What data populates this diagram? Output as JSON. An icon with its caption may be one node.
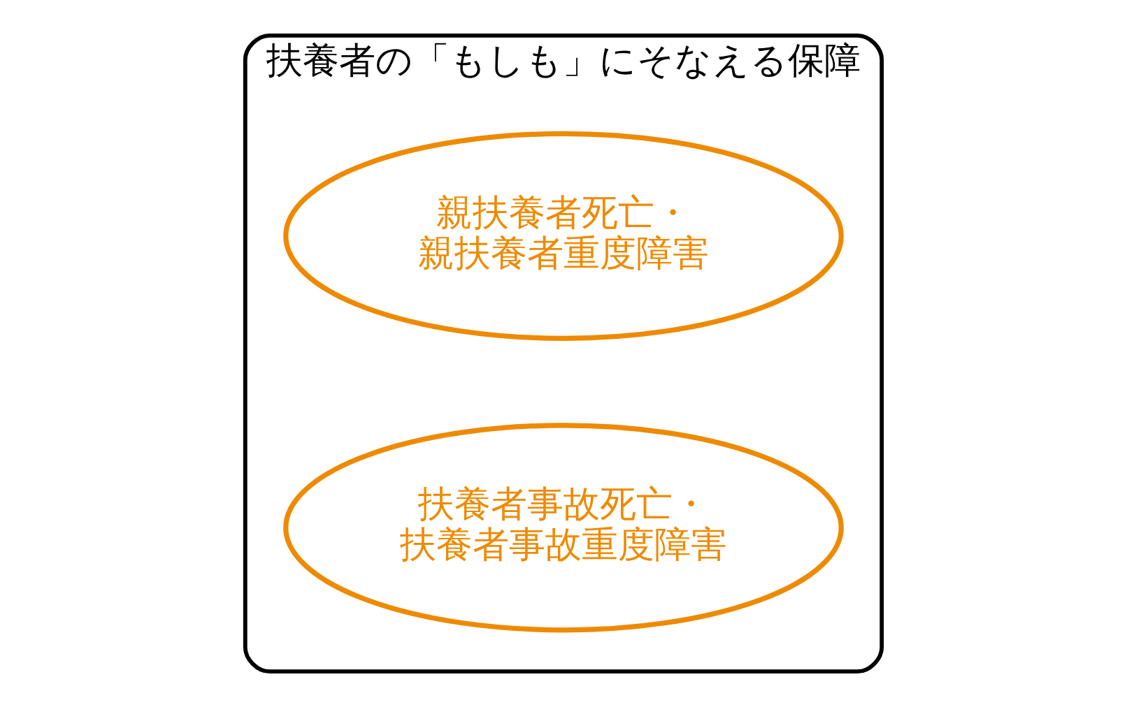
{
  "diagram": {
    "nodes": [
      {
        "text": [
          "扶養者の「もしも」にそなえる保障"
        ]
      },
      {
        "text": [
          "親扶養者死亡・親扶養者重度障害"
        ],
        "in": 0
      },
      {
        "text": [
          "扶養者事故死亡・扶養者事故重度障害"
        ],
        "in": 0
      }
    ],
    "edges": []
  }
}
